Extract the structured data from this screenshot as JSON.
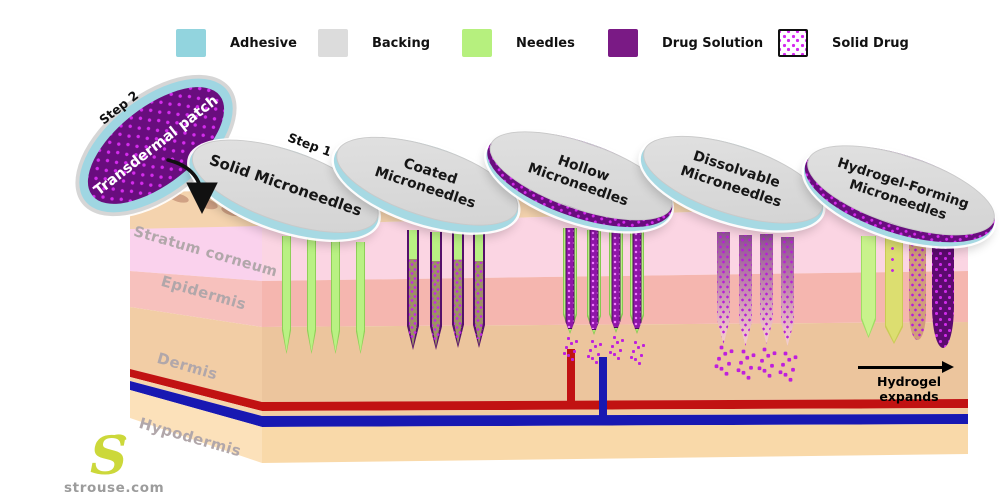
{
  "legend": {
    "items": [
      {
        "label": "Adhesive",
        "color": "#92d4de"
      },
      {
        "label": "Backing",
        "color": "#dcdcdc"
      },
      {
        "label": "Needles",
        "color": "#b6f07e"
      },
      {
        "label": "Drug Solution",
        "color": "#7a1a85"
      },
      {
        "label": "Solid Drug",
        "color": "#ffffff",
        "dot_color": "#d428f0"
      }
    ]
  },
  "steps": {
    "step1": "Step 1",
    "step2": "Step 2"
  },
  "transdermal_patch_label": "Transdermal patch",
  "microneedle_types": [
    {
      "label": "Solid Microneedles"
    },
    {
      "label": "Coated Microneedles"
    },
    {
      "label": "Hollow Microneedles"
    },
    {
      "label": "Dissolvable Microneedles"
    },
    {
      "label": "Hydrogel-Forming Microneedles"
    }
  ],
  "skin_layers": [
    "Stratum corneum",
    "Epidermis",
    "Dermis",
    "Hypodermis"
  ],
  "annotations": {
    "hydrogel_expands": "Hydrogel expands"
  },
  "watermark": "strouse.com",
  "colors": {
    "adhesive_blue": "#92d4de",
    "backing_gray": "#d9d9d9",
    "needle_green": "#b9f183",
    "drug_purple": "#690d7e",
    "drug_dot_magenta": "#d42ced",
    "vessel_red": "#c11212",
    "vessel_blue": "#1818b2",
    "stratum_corneum_pink": "#fbd5e3",
    "epidermis_salmon": "#f5b6af",
    "dermis_tan": "#ecc59d",
    "hypodermis_light": "#f9d9a9",
    "logo_lime": "#ccd83a"
  }
}
